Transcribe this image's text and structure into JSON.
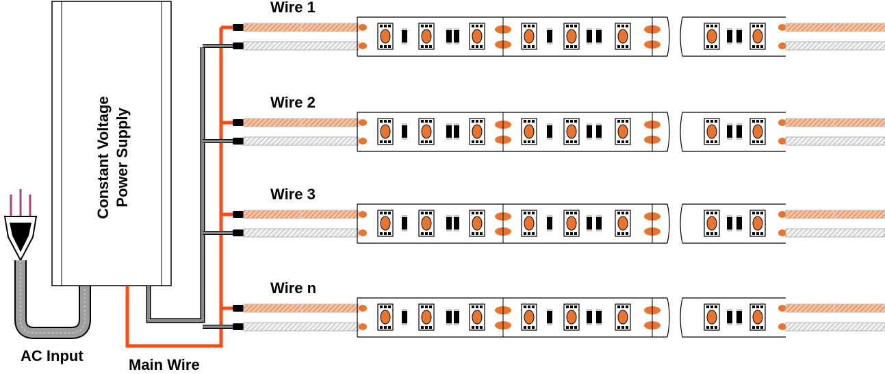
{
  "power_supply": {
    "label_line1": "Constant Voltage",
    "label_line2": "Power Supply"
  },
  "ac_input_label": "AC Input",
  "main_wire_label": "Main Wire",
  "strips": [
    {
      "wire_label": "Wire 1"
    },
    {
      "wire_label": "Wire 2"
    },
    {
      "wire_label": "Wire 3"
    },
    {
      "wire_label": "Wire n"
    }
  ],
  "colors": {
    "positive_wire": "#ff4a12",
    "negative_wire": "#8a8a8a",
    "led": "#e8742e",
    "strip_outline": "#000000",
    "plug_pins": "#b0407a"
  },
  "icons": {
    "plug": "ac-plug-icon",
    "led": "smd-led-icon",
    "resistor": "resistor-icon",
    "solder_pad": "solder-pad-icon"
  }
}
